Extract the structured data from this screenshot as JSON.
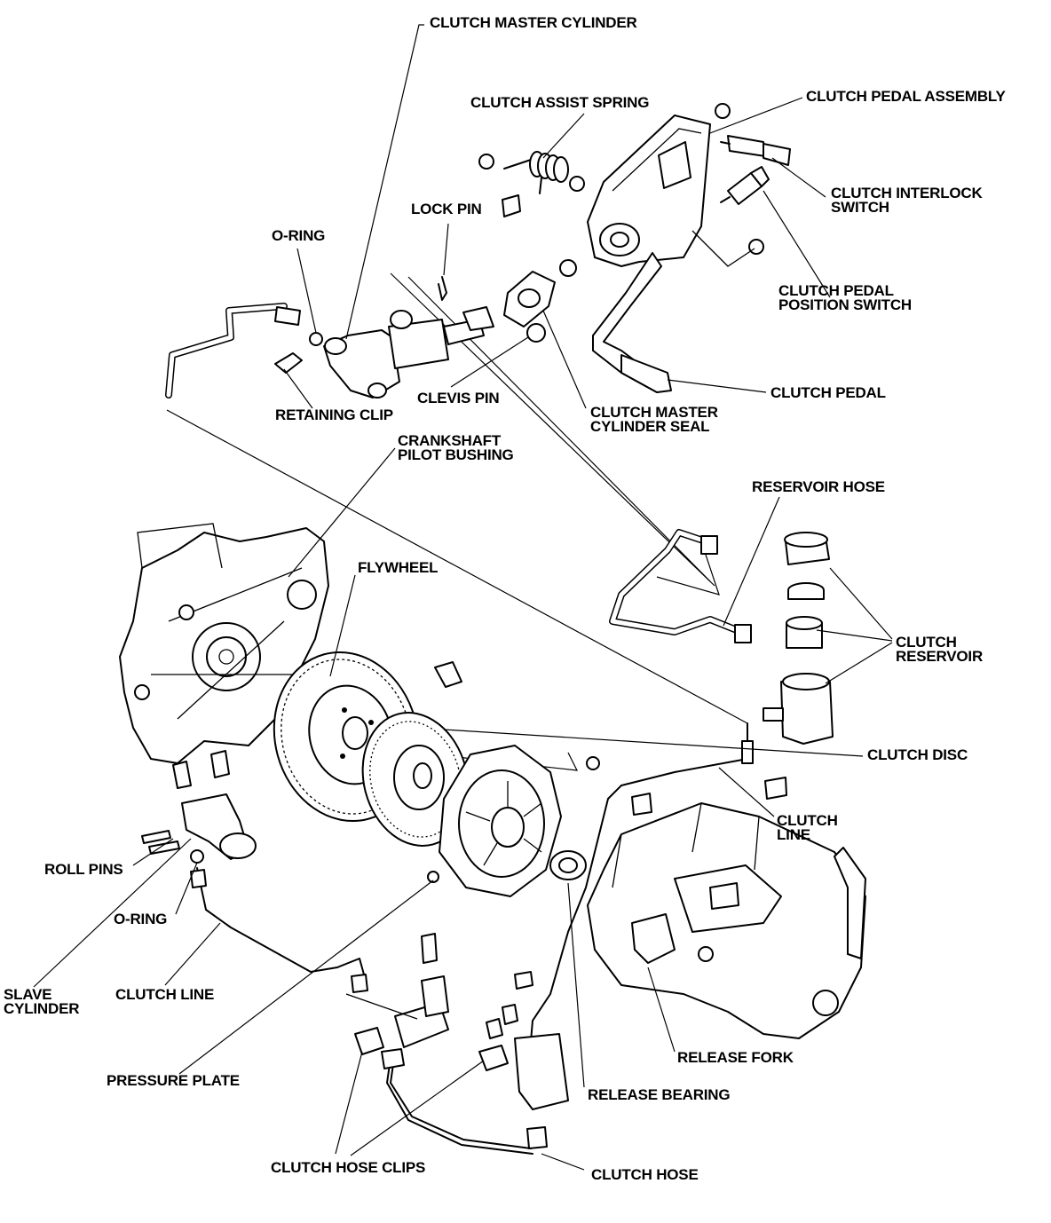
{
  "labels": {
    "clutch_master_cylinder": "CLUTCH MASTER CYLINDER",
    "clutch_assist_spring": "CLUTCH ASSIST SPRING",
    "clutch_pedal_assembly": "CLUTCH PEDAL ASSEMBLY",
    "clutch_interlock_switch": "CLUTCH INTERLOCK\nSWITCH",
    "lock_pin": "LOCK PIN",
    "o_ring_top": "O-RING",
    "clutch_pedal_position_switch": "CLUTCH PEDAL\nPOSITION SWITCH",
    "clutch_pedal": "CLUTCH PEDAL",
    "clevis_pin": "CLEVIS PIN",
    "retaining_clip": "RETAINING CLIP",
    "clutch_master_cylinder_seal": "CLUTCH MASTER\nCYLINDER SEAL",
    "crankshaft_pilot_bushing": "CRANKSHAFT\nPILOT BUSHING",
    "reservoir_hose": "RESERVOIR HOSE",
    "flywheel": "FLYWHEEL",
    "clutch_reservoir": "CLUTCH\nRESERVOIR",
    "clutch_disc": "CLUTCH DISC",
    "clutch_line_right": "CLUTCH\nLINE",
    "roll_pins": "ROLL PINS",
    "o_ring_bottom": "O-RING",
    "slave_cylinder": "SLAVE\nCYLINDER",
    "clutch_line_left": "CLUTCH LINE",
    "release_fork": "RELEASE FORK",
    "pressure_plate": "PRESSURE PLATE",
    "release_bearing": "RELEASE BEARING",
    "clutch_hose_clips": "CLUTCH HOSE CLIPS",
    "clutch_hose": "CLUTCH HOSE"
  }
}
